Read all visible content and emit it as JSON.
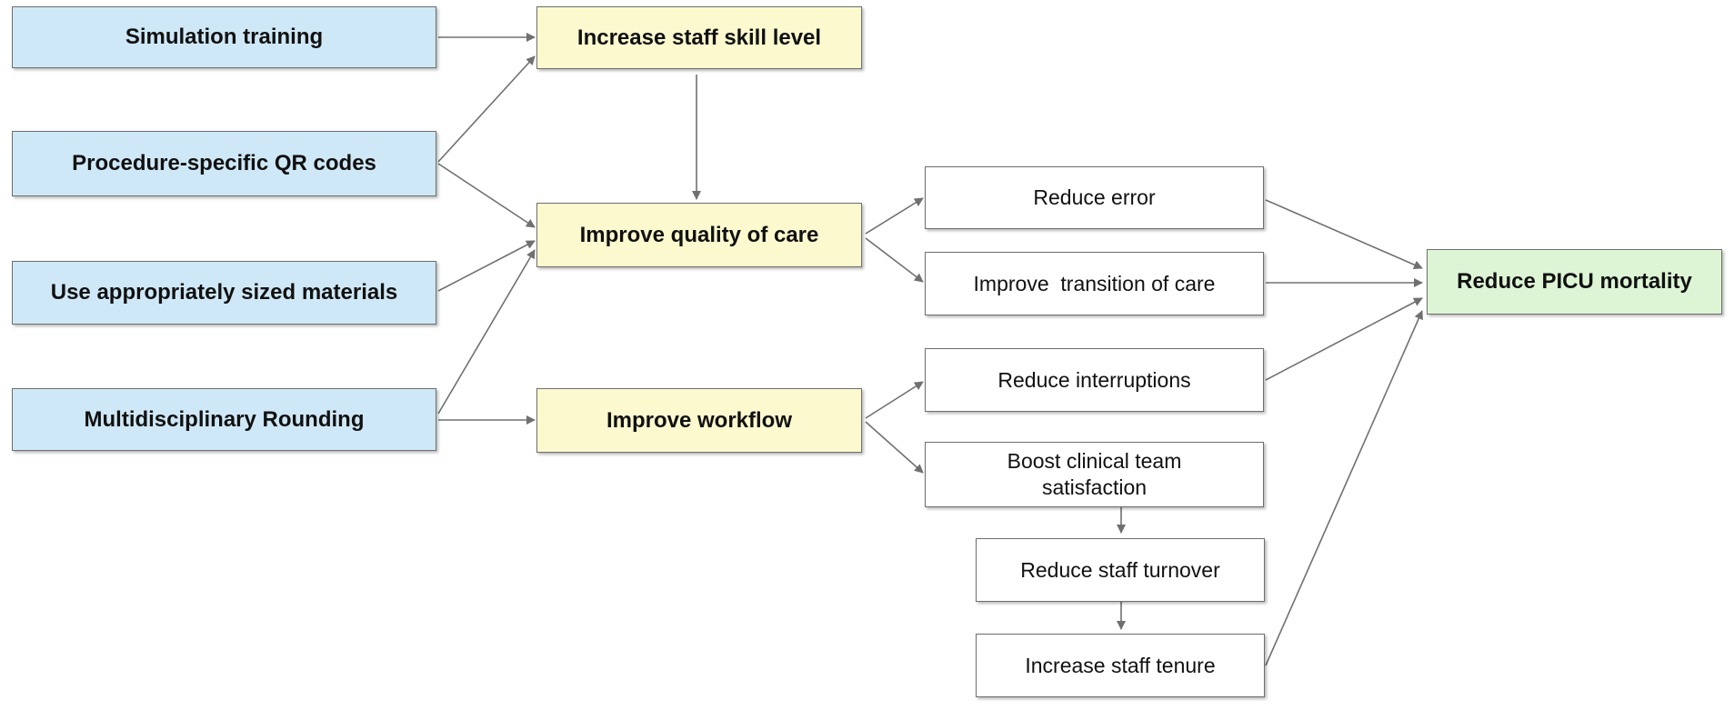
{
  "colors": {
    "intervention_fill": "#cfe8f7",
    "driver_fill": "#fdf9cf",
    "step_fill": "#ffffff",
    "aim_fill": "#ddf5d5",
    "border": "#6e6e6e",
    "arrow": "#707070"
  },
  "interventions": {
    "simulation_training": "Simulation training",
    "qr_codes": "Procedure-specific QR codes",
    "sized_materials": "Use appropriately sized materials",
    "multidisciplinary_rounding": "Multidisciplinary Rounding"
  },
  "drivers": {
    "staff_skill": "Increase staff skill level",
    "quality_of_care": "Improve quality of care",
    "workflow": "Improve workflow"
  },
  "steps": {
    "reduce_error": "Reduce error",
    "transition_of_care": "Improve  transition of care",
    "reduce_interruptions": "Reduce interruptions",
    "team_satisfaction": "Boost clinical team satisfaction",
    "staff_turnover": "Reduce staff turnover",
    "staff_tenure": "Increase staff tenure"
  },
  "aim": {
    "label": "Reduce PICU mortality"
  }
}
